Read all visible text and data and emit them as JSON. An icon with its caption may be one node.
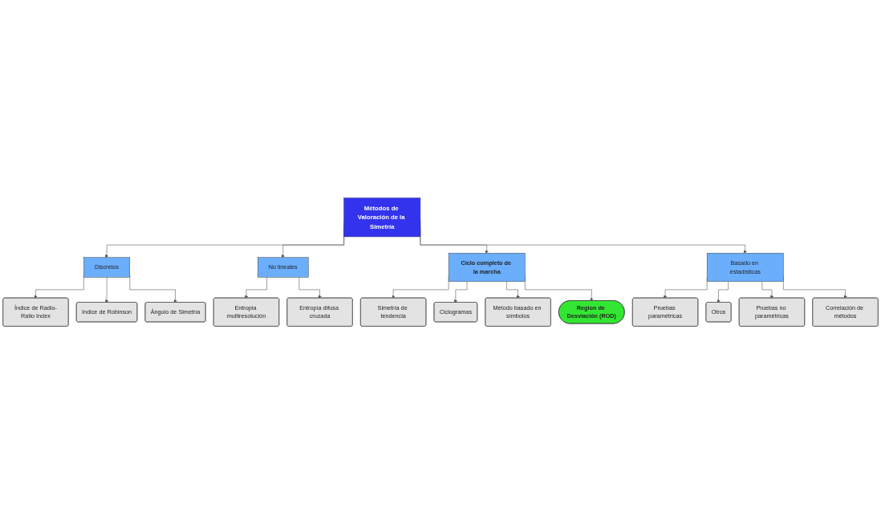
{
  "diagram": {
    "nodes": [
      {
        "text": [
          "Métodos de Valoración de la Simetría"
        ]
      },
      {
        "text": [
          "Discretos"
        ]
      },
      {
        "text": [
          "No lineales"
        ]
      },
      {
        "text": [
          "Índice de Radio-Ratio Index"
        ]
      },
      {
        "text": [
          "Indice de Robinson"
        ]
      },
      {
        "text": [
          "Ángulo de Simetría"
        ]
      },
      {
        "text": [
          "Entropia multiresolución"
        ]
      },
      {
        "text": [
          "Entropía difusa cruzada"
        ]
      },
      {
        "text": [
          "Ciclo completo de la marcha"
        ]
      },
      {
        "text": [
          "Basado en estadísticas"
        ]
      },
      {
        "text": [
          "Simetría de tendencia"
        ]
      },
      {
        "text": [
          "Ciclogramas"
        ]
      },
      {
        "text": [
          "Método basado en símbolos"
        ]
      },
      {
        "text": [
          "Region de Desviación (ROD)"
        ]
      },
      {
        "text": [
          "Pruebas paramétricas"
        ]
      },
      {
        "text": [
          "Otros"
        ]
      },
      {
        "text": [
          "Pruebas no paramétricas"
        ]
      },
      {
        "text": [
          "Correlación de métodos"
        ]
      }
    ],
    "edges": [
      {
        "from": 0,
        "to": 1,
        "arrow": "to"
      },
      {
        "from": 0,
        "to": 2,
        "arrow": "to"
      },
      {
        "from": 0,
        "to": 8,
        "arrow": "to"
      },
      {
        "from": 0,
        "to": 9,
        "arrow": "to"
      },
      {
        "from": 1,
        "to": 3,
        "arrow": "to"
      },
      {
        "from": 1,
        "to": 4,
        "arrow": "to"
      },
      {
        "from": 1,
        "to": 5,
        "arrow": "to"
      },
      {
        "from": 2,
        "to": 6,
        "arrow": "to"
      },
      {
        "from": 2,
        "to": 7,
        "arrow": "to"
      },
      {
        "from": 8,
        "to": 10,
        "arrow": "to"
      },
      {
        "from": 8,
        "to": 11,
        "arrow": "to"
      },
      {
        "from": 8,
        "to": 12,
        "arrow": "to"
      },
      {
        "from": 8,
        "to": 13,
        "arrow": "to"
      },
      {
        "from": 9,
        "to": 14,
        "arrow": "to"
      },
      {
        "from": 9,
        "to": 15,
        "arrow": "to"
      },
      {
        "from": 9,
        "to": 16,
        "arrow": "to"
      },
      {
        "from": 9,
        "to": 17,
        "arrow": "to"
      }
    ]
  }
}
